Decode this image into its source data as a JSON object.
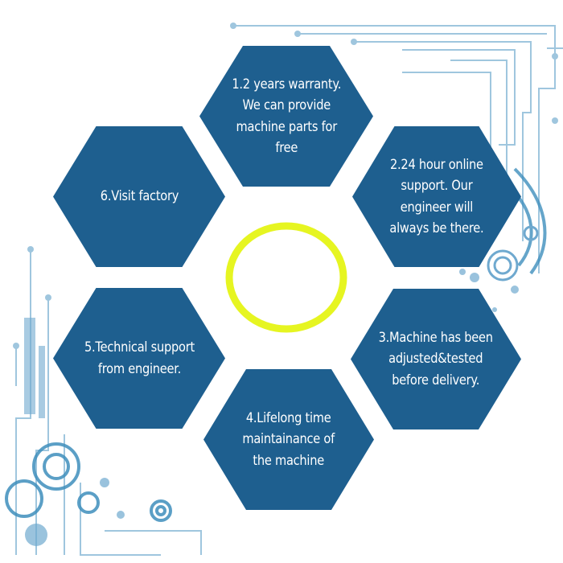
{
  "colors": {
    "hexagon": "#1e5f8f",
    "hexagon_text": "#ffffff",
    "center_ring": "#e6f521",
    "decor_blue": "#3f8fbd",
    "decor_light": "#9fc6de"
  },
  "diagram": {
    "center_shape": "yellow-ring",
    "items": [
      {
        "id": "warranty",
        "text": "1.2 years warranty. We can provide machine parts for free"
      },
      {
        "id": "online-support",
        "text": "2.24 hour online support. Our engineer will always be there."
      },
      {
        "id": "tested",
        "text": "3.Machine has been adjusted&tested before delivery."
      },
      {
        "id": "maintenance",
        "text": "4.Lifelong time maintainance of the machine"
      },
      {
        "id": "technical-support",
        "text": "5.Technical support from engineer."
      },
      {
        "id": "visit-factory",
        "text": "6.Visit factory"
      }
    ]
  }
}
